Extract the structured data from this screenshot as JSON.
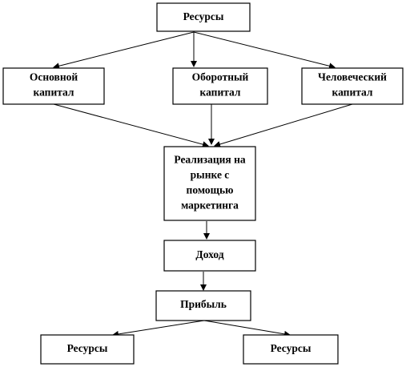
{
  "nodes": {
    "resources_top": {
      "lines": [
        "Ресурсы"
      ]
    },
    "fixed_capital": {
      "lines": [
        "Основной",
        "капитал"
      ]
    },
    "working_capital": {
      "lines": [
        "Оборотный",
        "капитал"
      ]
    },
    "human_capital": {
      "lines": [
        "Человеческий",
        "капитал"
      ]
    },
    "market_sale": {
      "lines": [
        "Реализация на",
        "рынке с",
        "помощью",
        "маркетинга"
      ]
    },
    "income": {
      "lines": [
        "Доход"
      ]
    },
    "profit": {
      "lines": [
        "Прибыль"
      ]
    },
    "resources_left": {
      "lines": [
        "Ресурсы"
      ]
    },
    "resources_right": {
      "lines": [
        "Ресурсы"
      ]
    }
  },
  "colors": {
    "stroke": "#000000",
    "fill": "#ffffff"
  }
}
